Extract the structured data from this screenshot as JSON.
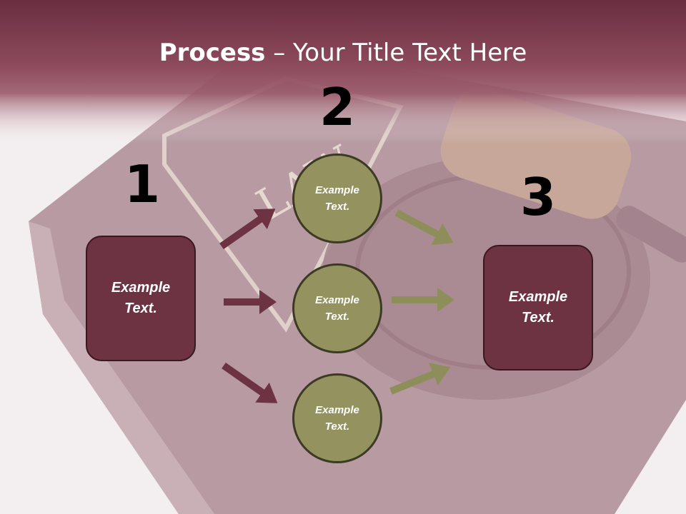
{
  "title": {
    "bold": "Process",
    "rest": " – Your Title Text Here"
  },
  "steps": [
    "1",
    "2",
    "3"
  ],
  "start_box": {
    "text": "Example Text."
  },
  "middle": [
    {
      "text": "Example Text."
    },
    {
      "text": "Example Text."
    },
    {
      "text": "Example Text."
    }
  ],
  "end_box": {
    "text": "Example Text."
  },
  "colors": {
    "header": "#7d3a4c",
    "box_fill": "#6d3343",
    "circle_fill": "#949360",
    "arrow_left": "#6d3343",
    "arrow_right": "#8e8e5a"
  }
}
